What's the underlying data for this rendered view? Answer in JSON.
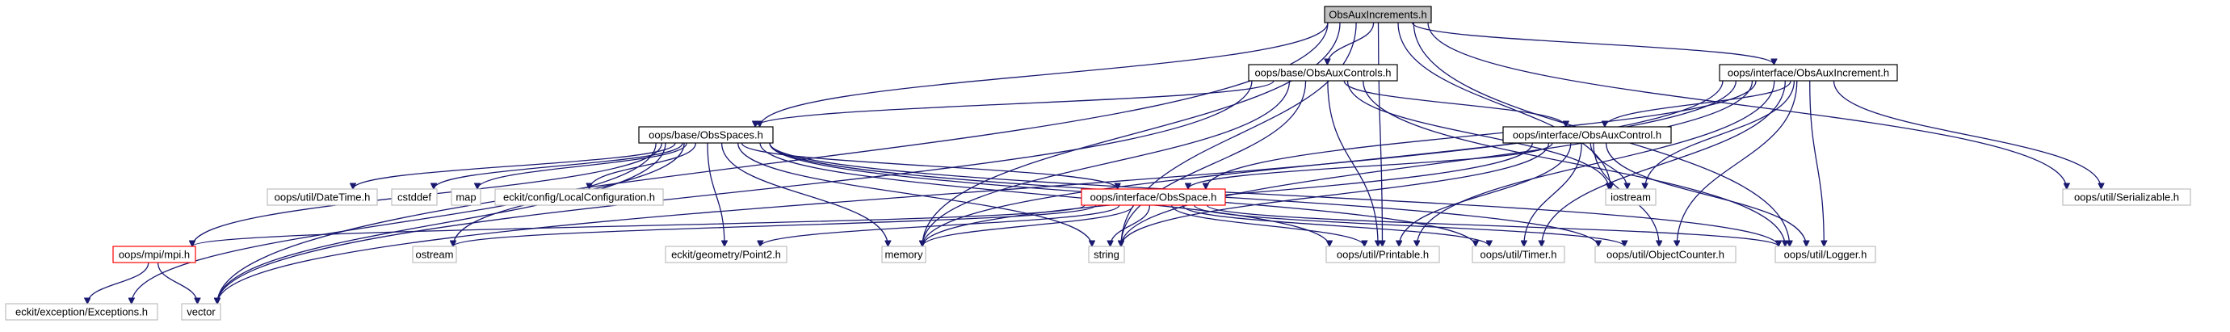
{
  "title": "ObsAuxIncrements.h",
  "colors": {
    "root_fill": "#bfbfbf",
    "root_border": "#000000",
    "documented_border": "#000000",
    "undocumented_border": "#bfbfbf",
    "truncated_border": "#ff0000",
    "edge": "#191970",
    "text": "#000000"
  },
  "nodes": [
    {
      "id": "root",
      "label": "ObsAuxIncrements.h",
      "style": "root"
    },
    {
      "id": "obsauxcontrols",
      "label": "oops/base/ObsAuxControls.h",
      "style": "documented"
    },
    {
      "id": "iface_obsauxincrement",
      "label": "oops/interface/ObsAuxIncrement.h",
      "style": "documented"
    },
    {
      "id": "obsspaces",
      "label": "oops/base/ObsSpaces.h",
      "style": "documented"
    },
    {
      "id": "iface_obsauxcontrol",
      "label": "oops/interface/ObsAuxControl.h",
      "style": "documented"
    },
    {
      "id": "serializable",
      "label": "oops/util/Serializable.h",
      "style": "undocumented"
    },
    {
      "id": "iostream",
      "label": "iostream",
      "style": "undocumented"
    },
    {
      "id": "datetime",
      "label": "oops/util/DateTime.h",
      "style": "undocumented"
    },
    {
      "id": "cstddef",
      "label": "cstddef",
      "style": "undocumented"
    },
    {
      "id": "map",
      "label": "map",
      "style": "undocumented"
    },
    {
      "id": "localconfig",
      "label": "eckit/config/LocalConfiguration.h",
      "style": "undocumented"
    },
    {
      "id": "iface_obsspace",
      "label": "oops/interface/ObsSpace.h",
      "style": "truncated"
    },
    {
      "id": "mpi",
      "label": "oops/mpi/mpi.h",
      "style": "truncated"
    },
    {
      "id": "ostream",
      "label": "ostream",
      "style": "undocumented"
    },
    {
      "id": "point2",
      "label": "eckit/geometry/Point2.h",
      "style": "undocumented"
    },
    {
      "id": "memory",
      "label": "memory",
      "style": "undocumented"
    },
    {
      "id": "string",
      "label": "string",
      "style": "undocumented"
    },
    {
      "id": "printable",
      "label": "oops/util/Printable.h",
      "style": "undocumented"
    },
    {
      "id": "timer",
      "label": "oops/util/Timer.h",
      "style": "undocumented"
    },
    {
      "id": "objectcounter",
      "label": "oops/util/ObjectCounter.h",
      "style": "undocumented"
    },
    {
      "id": "logger",
      "label": "oops/util/Logger.h",
      "style": "undocumented"
    },
    {
      "id": "exceptions",
      "label": "eckit/exception/Exceptions.h",
      "style": "undocumented"
    },
    {
      "id": "vector",
      "label": "vector",
      "style": "undocumented"
    }
  ],
  "edges": [
    [
      "root",
      "obsauxcontrols"
    ],
    [
      "root",
      "iface_obsauxincrement"
    ],
    [
      "root",
      "obsspaces"
    ],
    [
      "root",
      "serializable"
    ],
    [
      "root",
      "iostream"
    ],
    [
      "root",
      "memory"
    ],
    [
      "root",
      "string"
    ],
    [
      "root",
      "printable"
    ],
    [
      "root",
      "logger"
    ],
    [
      "root",
      "vector"
    ],
    [
      "obsauxcontrols",
      "obsspaces"
    ],
    [
      "obsauxcontrols",
      "iface_obsauxcontrol"
    ],
    [
      "obsauxcontrols",
      "iostream"
    ],
    [
      "obsauxcontrols",
      "memory"
    ],
    [
      "obsauxcontrols",
      "string"
    ],
    [
      "obsauxcontrols",
      "printable"
    ],
    [
      "obsauxcontrols",
      "logger"
    ],
    [
      "obsauxcontrols",
      "vector"
    ],
    [
      "iface_obsauxincrement",
      "iface_obsauxcontrol"
    ],
    [
      "iface_obsauxincrement",
      "iface_obsspace"
    ],
    [
      "iface_obsauxincrement",
      "serializable"
    ],
    [
      "iface_obsauxincrement",
      "iostream"
    ],
    [
      "iface_obsauxincrement",
      "memory"
    ],
    [
      "iface_obsauxincrement",
      "string"
    ],
    [
      "iface_obsauxincrement",
      "printable"
    ],
    [
      "iface_obsauxincrement",
      "timer"
    ],
    [
      "iface_obsauxincrement",
      "objectcounter"
    ],
    [
      "iface_obsauxincrement",
      "logger"
    ],
    [
      "iface_obsauxincrement",
      "vector"
    ],
    [
      "obsspaces",
      "datetime"
    ],
    [
      "obsspaces",
      "cstddef"
    ],
    [
      "obsspaces",
      "map"
    ],
    [
      "obsspaces",
      "localconfig"
    ],
    [
      "obsspaces",
      "iface_obsspace"
    ],
    [
      "obsspaces",
      "mpi"
    ],
    [
      "obsspaces",
      "ostream"
    ],
    [
      "obsspaces",
      "point2"
    ],
    [
      "obsspaces",
      "memory"
    ],
    [
      "obsspaces",
      "string"
    ],
    [
      "obsspaces",
      "printable"
    ],
    [
      "obsspaces",
      "timer"
    ],
    [
      "obsspaces",
      "objectcounter"
    ],
    [
      "obsspaces",
      "logger"
    ],
    [
      "obsspaces",
      "exceptions"
    ],
    [
      "obsspaces",
      "vector"
    ],
    [
      "iface_obsauxcontrol",
      "iface_obsspace"
    ],
    [
      "iface_obsauxcontrol",
      "iostream"
    ],
    [
      "iface_obsauxcontrol",
      "memory"
    ],
    [
      "iface_obsauxcontrol",
      "string"
    ],
    [
      "iface_obsauxcontrol",
      "printable"
    ],
    [
      "iface_obsauxcontrol",
      "timer"
    ],
    [
      "iface_obsauxcontrol",
      "objectcounter"
    ],
    [
      "iface_obsauxcontrol",
      "logger"
    ],
    [
      "iface_obsspace",
      "mpi"
    ],
    [
      "iface_obsspace",
      "ostream"
    ],
    [
      "iface_obsspace",
      "point2"
    ],
    [
      "iface_obsspace",
      "memory"
    ],
    [
      "iface_obsspace",
      "string"
    ],
    [
      "iface_obsspace",
      "printable"
    ],
    [
      "iface_obsspace",
      "timer"
    ],
    [
      "iface_obsspace",
      "objectcounter"
    ],
    [
      "iface_obsspace",
      "logger"
    ],
    [
      "mpi",
      "exceptions"
    ],
    [
      "mpi",
      "vector"
    ]
  ]
}
